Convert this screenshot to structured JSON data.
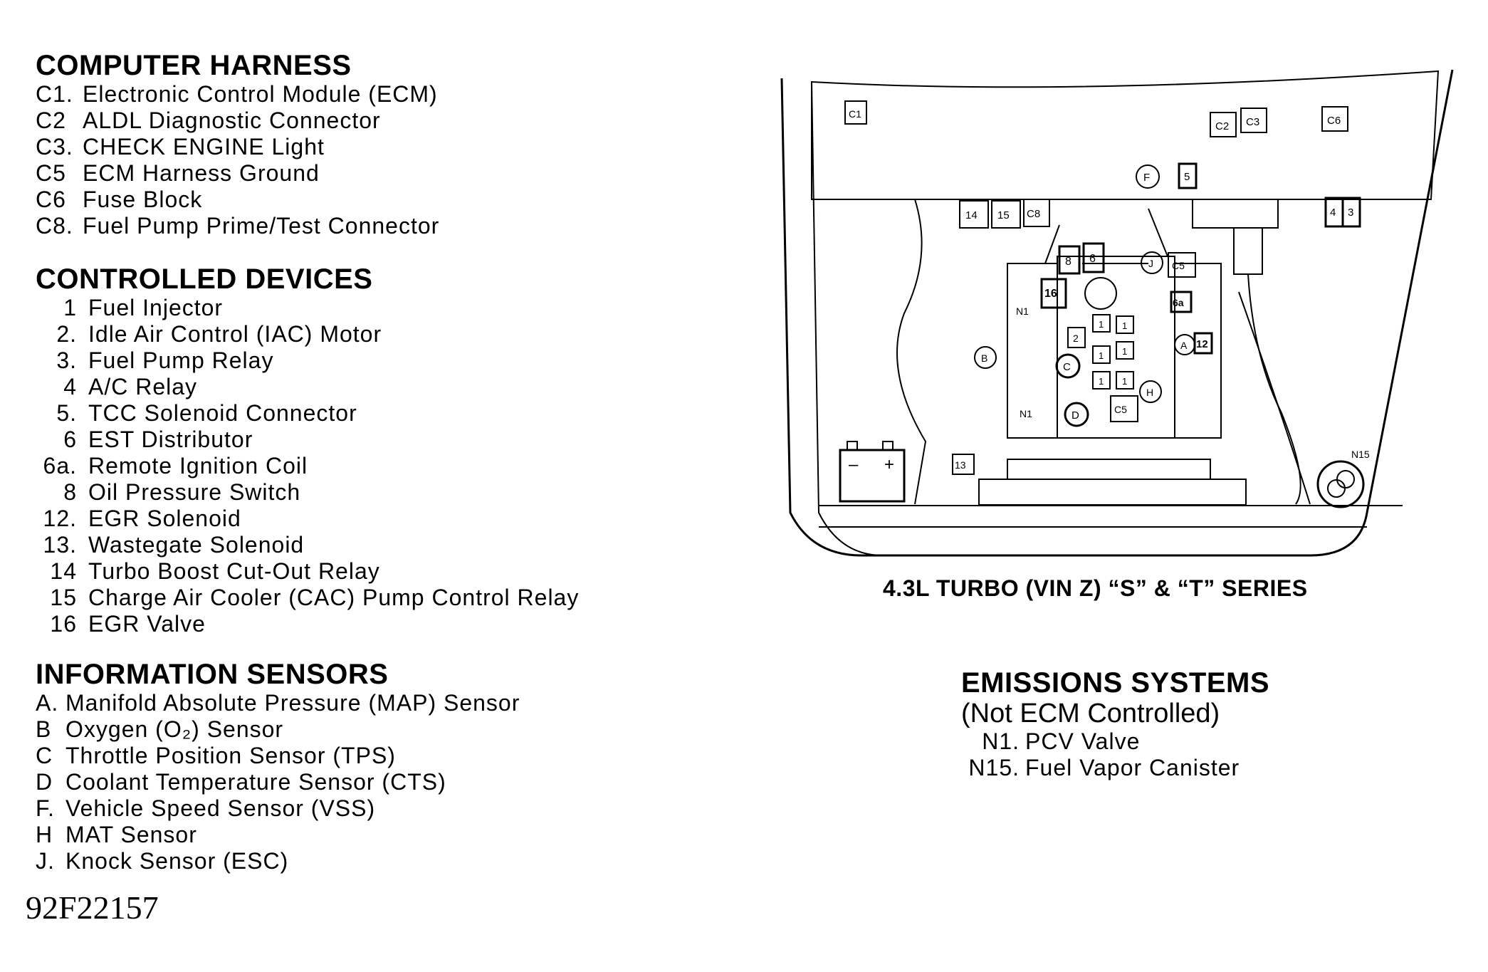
{
  "computer_harness": {
    "heading": "COMPUTER HARNESS",
    "items": [
      {
        "code": "C1.",
        "label": "Electronic Control Module (ECM)"
      },
      {
        "code": "C2",
        "label": "ALDL Diagnostic Connector"
      },
      {
        "code": "C3.",
        "label": "CHECK ENGINE Light"
      },
      {
        "code": "C5",
        "label": "ECM Harness Ground"
      },
      {
        "code": "C6",
        "label": "Fuse Block"
      },
      {
        "code": "C8.",
        "label": "Fuel Pump Prime/Test Connector"
      }
    ]
  },
  "controlled_devices": {
    "heading": "CONTROLLED DEVICES",
    "items": [
      {
        "code": "1",
        "label": "Fuel Injector"
      },
      {
        "code": "2.",
        "label": "Idle Air Control (IAC) Motor"
      },
      {
        "code": "3.",
        "label": "Fuel Pump Relay"
      },
      {
        "code": "4",
        "label": "A/C Relay"
      },
      {
        "code": "5.",
        "label": "TCC Solenoid Connector"
      },
      {
        "code": "6",
        "label": "EST Distributor"
      },
      {
        "code": "6a.",
        "label": "Remote Ignition Coil"
      },
      {
        "code": "8",
        "label": "Oil Pressure Switch"
      },
      {
        "code": "12.",
        "label": "EGR Solenoid"
      },
      {
        "code": "13.",
        "label": "Wastegate Solenoid"
      },
      {
        "code": "14",
        "label": "Turbo Boost Cut-Out Relay"
      },
      {
        "code": "15",
        "label": "Charge Air Cooler (CAC) Pump Control Relay"
      },
      {
        "code": "16",
        "label": "EGR Valve"
      }
    ]
  },
  "information_sensors": {
    "heading": "INFORMATION SENSORS",
    "items": [
      {
        "code": "A.",
        "label": "Manifold Absolute Pressure (MAP) Sensor"
      },
      {
        "code": "B",
        "label": "Oxygen (O₂) Sensor"
      },
      {
        "code": "C",
        "label": "Throttle Position Sensor (TPS)"
      },
      {
        "code": "D",
        "label": "Coolant Temperature Sensor (CTS)"
      },
      {
        "code": "F.",
        "label": "Vehicle Speed Sensor (VSS)"
      },
      {
        "code": "H",
        "label": "MAT Sensor"
      },
      {
        "code": "J.",
        "label": "Knock Sensor (ESC)"
      }
    ]
  },
  "emissions": {
    "heading": "EMISSIONS SYSTEMS",
    "subheading": "(Not ECM Controlled)",
    "items": [
      {
        "code": "N1.",
        "label": "PCV Valve"
      },
      {
        "code": "N15.",
        "label": "Fuel Vapor Canister"
      }
    ]
  },
  "diagram": {
    "caption": "4.3L TURBO (VIN Z) “S” & “T” SERIES",
    "labels": {
      "c1": "C1",
      "c2": "C2",
      "c3": "C3",
      "c6": "C6",
      "c8": "C8",
      "c5a": "C5",
      "c5b": "C5",
      "n5": "5",
      "n4": "4",
      "n3": "3",
      "n14": "14",
      "n15": "15",
      "n8": "8",
      "n6": "6",
      "n16": "16",
      "n6a": "6a",
      "n12": "12",
      "n2": "2",
      "n13": "13",
      "n1a": "1",
      "n1b": "1",
      "n1c": "1",
      "n1d": "1",
      "n1e": "1",
      "n1f": "1",
      "f": "F",
      "j": "J",
      "b": "B",
      "a": "A",
      "c": "C",
      "d": "D",
      "h": "H",
      "n1_top": "N1",
      "n1_bottom": "N1",
      "n15_label": "N15",
      "battery_minus": "–",
      "battery_plus": "+"
    }
  },
  "figure_id": "92F22157"
}
